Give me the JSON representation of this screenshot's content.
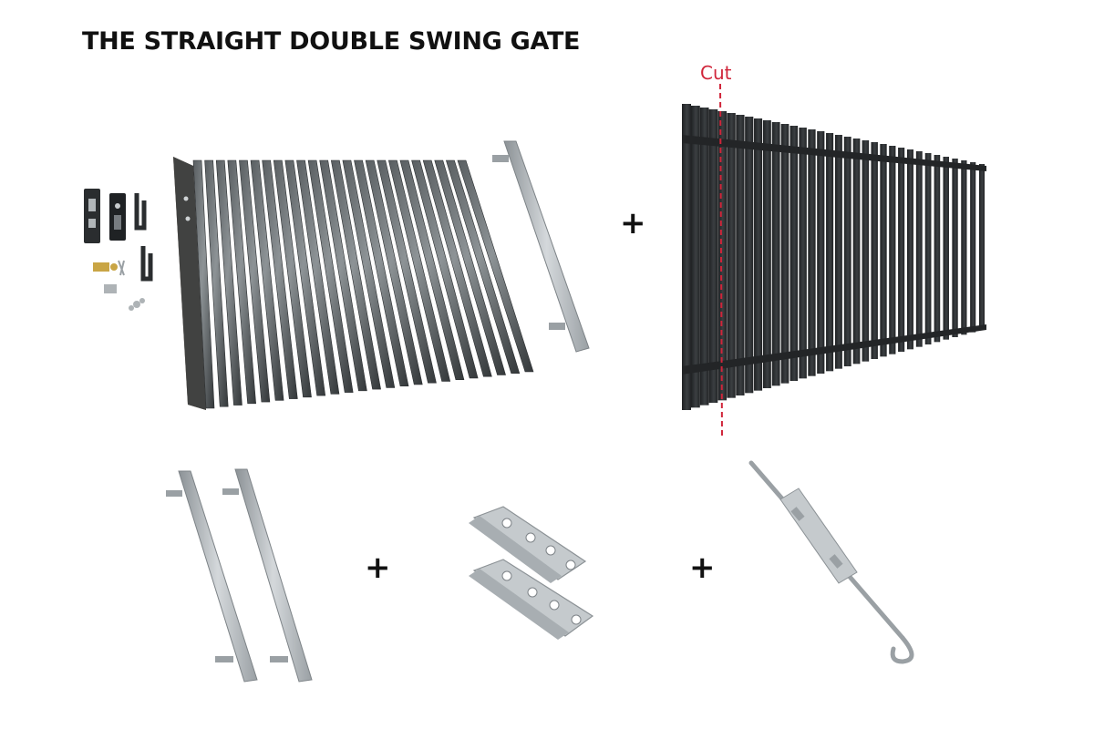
{
  "title": "THE STRAIGHT DOUBLE SWING GATE",
  "plus_sign": "+",
  "cut_label": "Cut",
  "colors": {
    "panel": "#3d4143",
    "panel_dark": "#2b2e30",
    "fence": "#232527",
    "steel": "#b8bec3",
    "steel_dark": "#8c9296",
    "cut_line": "#d0253a",
    "text": "#111111"
  },
  "parts": [
    {
      "id": "gate-panel",
      "icon": "gate-panel-image"
    },
    {
      "id": "hardware-kit",
      "icon": "latch-lock-hardware-image"
    },
    {
      "id": "gate-post-single",
      "icon": "steel-post-image"
    },
    {
      "id": "fence-panel",
      "icon": "fence-panel-image"
    },
    {
      "id": "gate-posts-pair",
      "icon": "steel-post-pair-image"
    },
    {
      "id": "hinges",
      "icon": "hinge-pair-image"
    },
    {
      "id": "drop-bolt",
      "icon": "drop-bolt-image"
    }
  ]
}
